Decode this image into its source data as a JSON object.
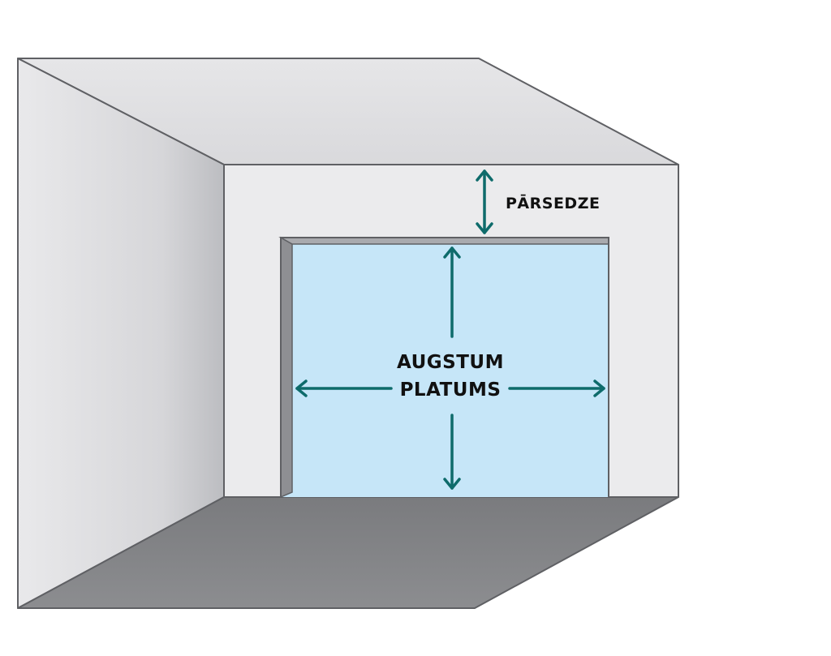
{
  "diagram": {
    "labels": {
      "headroom": "PĀRSEDZE",
      "height": "AUGSTUM",
      "width": "PLATUMS"
    },
    "colors": {
      "arrow": "#0e6b6b",
      "opening": "#c6e6f8",
      "floor": "#86878a",
      "front_wall": "#ebebed",
      "ceiling": "#e0e0e3",
      "outline": "#5f6064"
    }
  }
}
